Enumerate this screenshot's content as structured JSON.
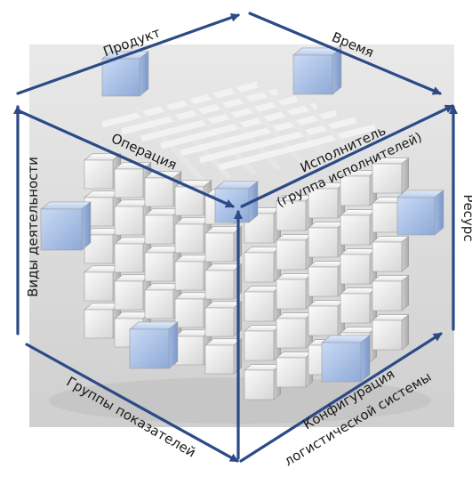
{
  "labels": {
    "product": "Продукт",
    "time": "Время",
    "operation": "Операция",
    "performer": "Исполнитель",
    "performer_group": "(группа исполнителей)",
    "activity_types": "Виды деятельности",
    "resources": "Ресурс",
    "indicator_groups": "Группы показателей",
    "config_line1": "Конфигурация",
    "config_line2": "логистической системы"
  },
  "colors": {
    "arrow": "#2b4a86",
    "background_panel": "#dcdcdc",
    "cube_face_light": "#f4f4f4",
    "cube_face_mid": "#dadada",
    "cube_face_dark": "#bcbcbc",
    "highlight_cube": "#a9c1e6"
  }
}
